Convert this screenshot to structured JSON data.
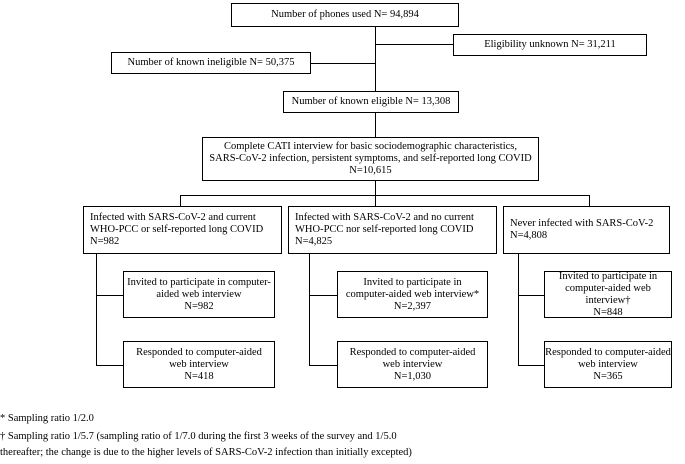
{
  "boxes": {
    "phones": "Number of phones used N= 94,894",
    "unknown": "Eligibility  unknown N= 31,211",
    "ineligible": "Number of known ineligible  N= 50,375",
    "eligible": "Number of known eligible  N= 13,308",
    "cati": "Complete CATI interview for basic sociodemographic characteristics,\nSARS-CoV-2 infection, persistent symptoms, and self-reported long COVID\nN=10,615",
    "group1": "Infected with SARS-CoV-2 and current\nWHO-PCC or self-reported long COVID\nN=982",
    "group2": "Infected with SARS-CoV-2 and no current\nWHO-PCC nor self-reported long COVID\nN=4,825",
    "group3": "Never infected with SARS-CoV-2\nN=4,808",
    "invited1": "Invited to participate in computer-\naided web interview\nN=982",
    "invited2": "Invited to participate in\ncomputer-aided web interview*\nN=2,397",
    "invited3": "Invited to participate in\ncomputer-aided web interview†\nN=848",
    "responded1": "Responded to computer-aided\nweb interview\nN=418",
    "responded2": "Responded to computer-aided\nweb interview\nN=1,030",
    "responded3": "Responded to computer-aided\nweb interview\nN=365"
  },
  "footnotes": {
    "star": "* Sampling ratio 1/2.0",
    "dagger1": "† Sampling ratio 1/5.7 (sampling ratio of 1/7.0 during the first 3 weeks of the survey and 1/5.0",
    "dagger2": "thereafter; the change is due to the higher levels of SARS-CoV-2 infection than initially  excepted)"
  }
}
